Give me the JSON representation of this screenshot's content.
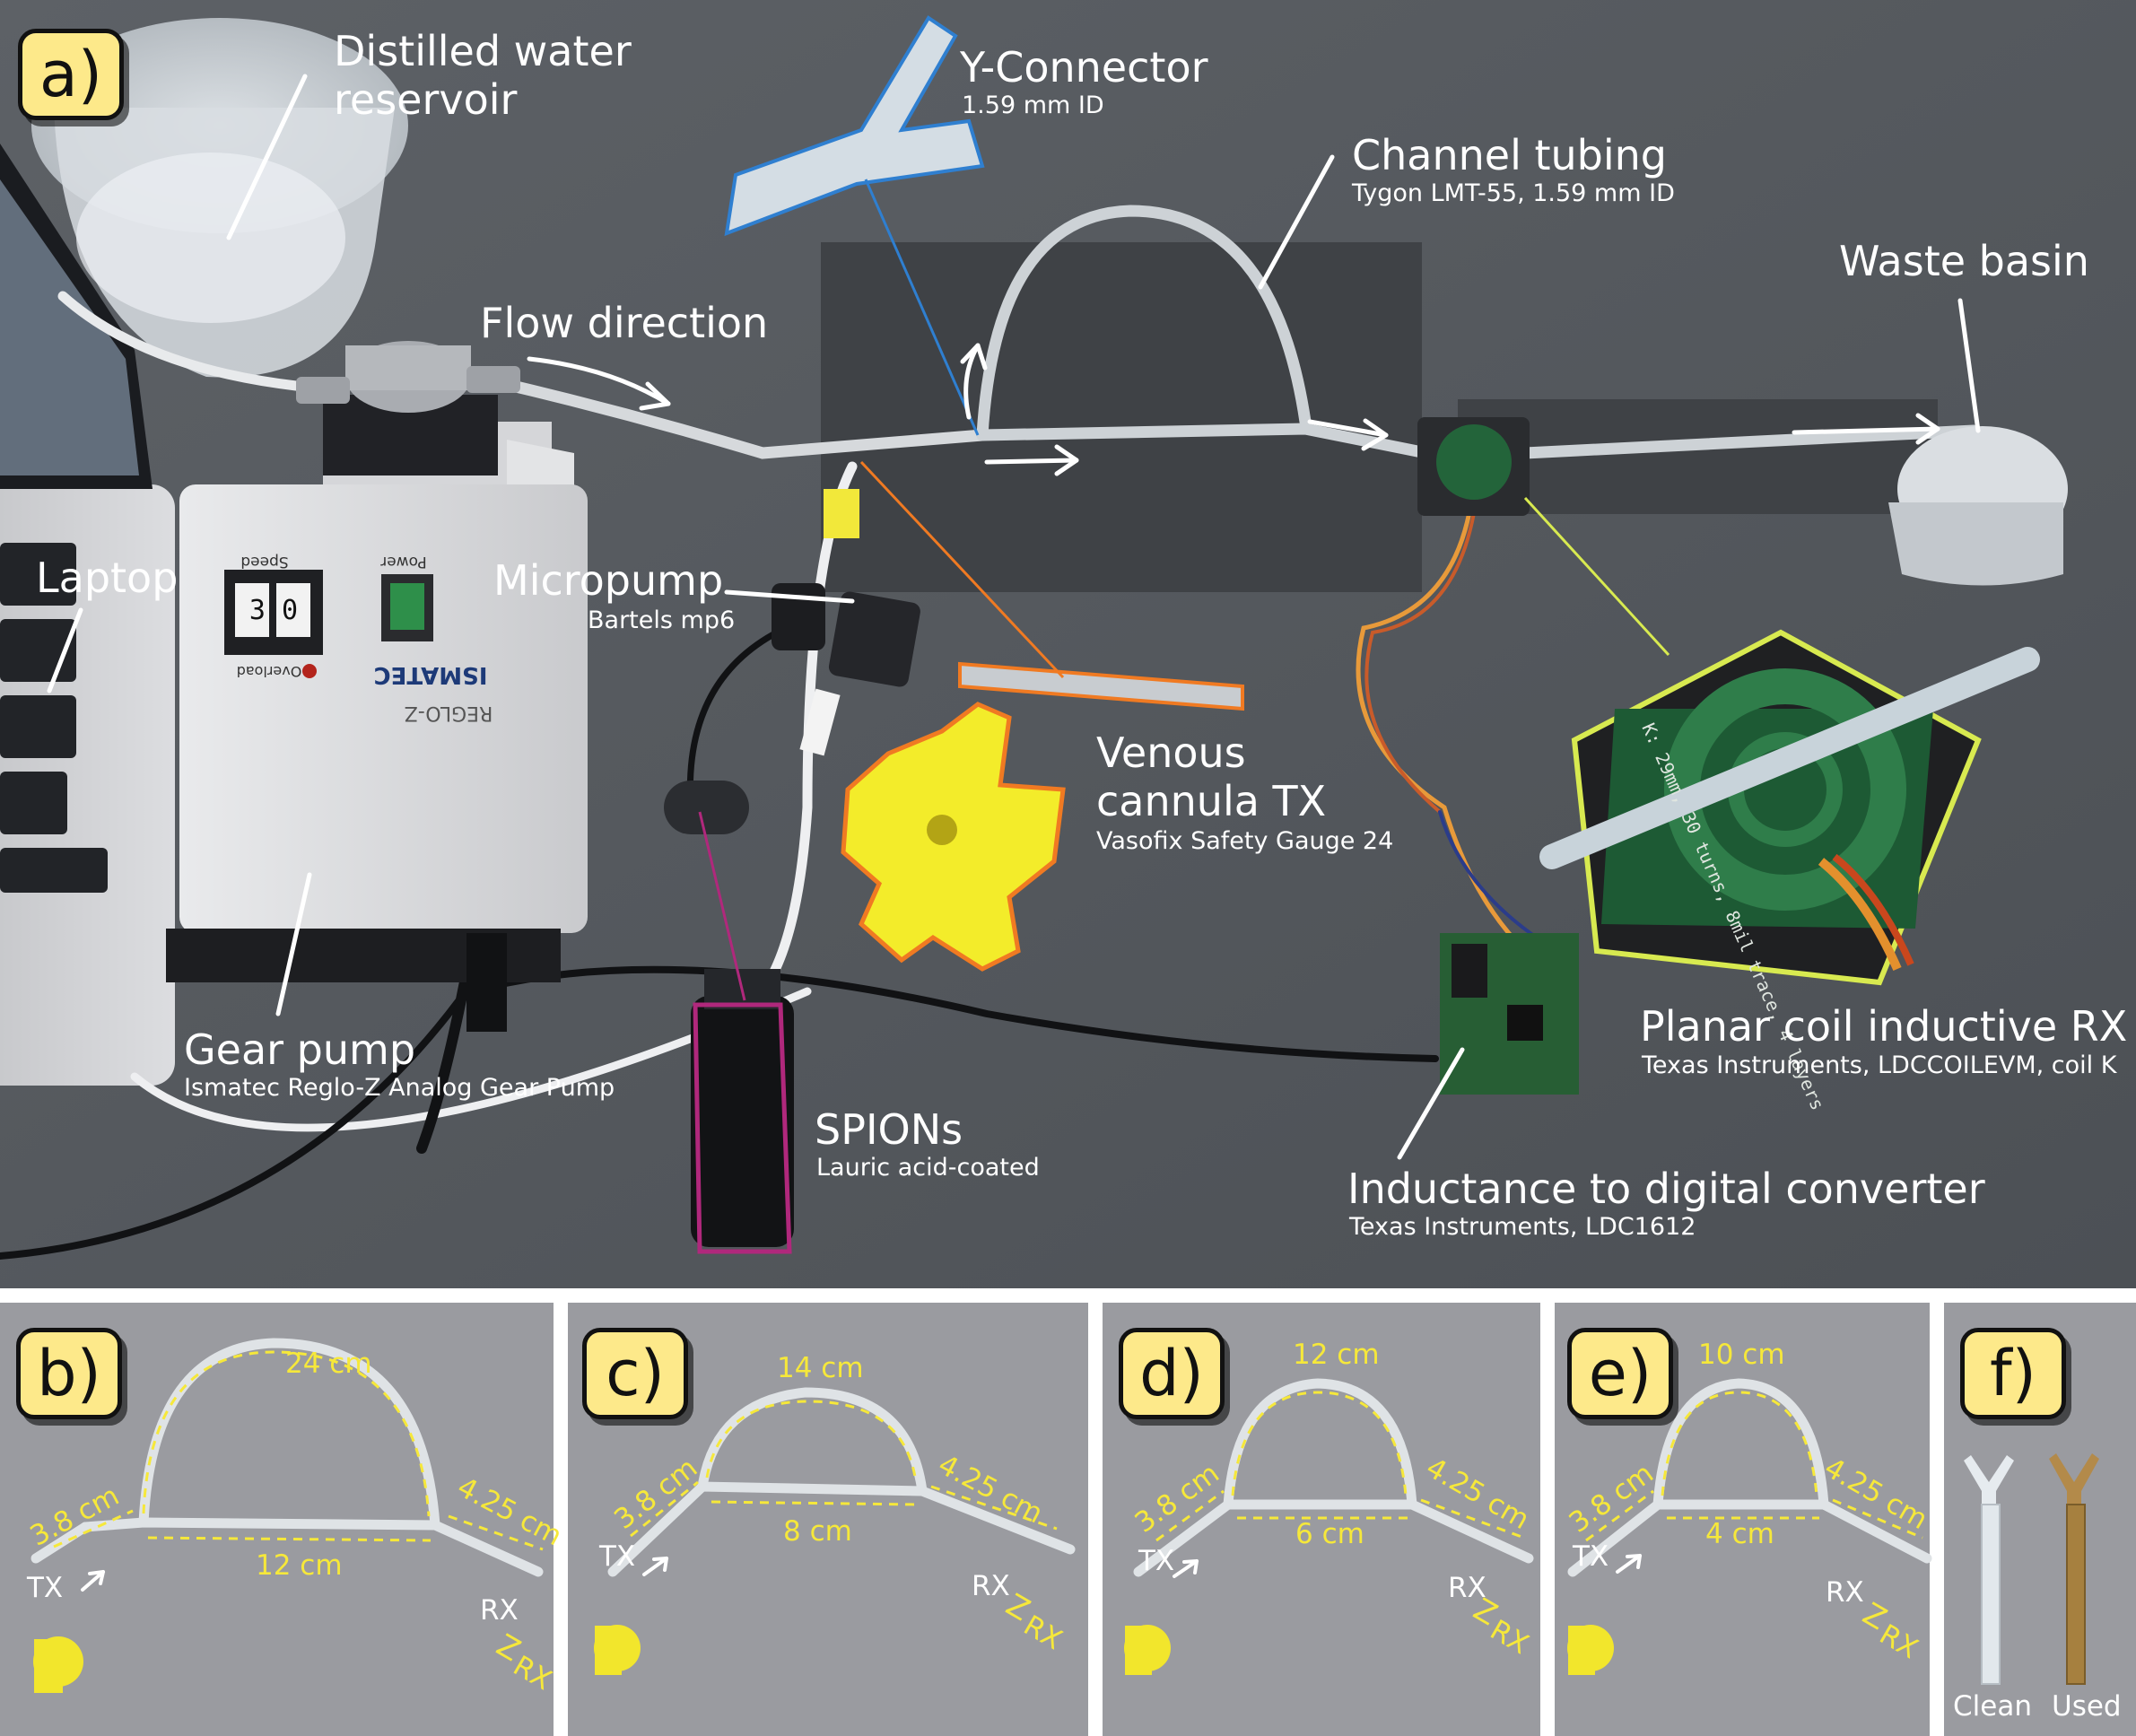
{
  "panel_a": {
    "badge": "a)",
    "labels": {
      "reservoir": "Distilled water\nreservoir",
      "y_connector": "Y-Connector",
      "y_connector_sub": "1.59 mm ID",
      "channel": "Channel tubing",
      "channel_sub": "Tygon LMT-55, 1.59 mm ID",
      "waste": "Waste basin",
      "flow": "Flow direction",
      "laptop": "Laptop",
      "micropump": "Micropump",
      "micropump_sub": "Bartels mp6",
      "cannula": "Venous\ncannula TX",
      "cannula_sub": "Vasofix Safety Gauge 24",
      "gear": "Gear pump",
      "gear_sub": "Ismatec Reglo-Z Analog Gear Pump",
      "spions": "SPIONs",
      "spions_sub": "Lauric acid-coated",
      "coil": "Planar coil inductive RX",
      "coil_sub": "Texas Instruments, LDCCOILEVM, coil K",
      "ldc": "Inductance to digital converter",
      "ldc_sub": "Texas Instruments, LDC1612"
    },
    "device_text": {
      "brand": "ISMATEC",
      "model": "REGLO-Z",
      "power": "Power",
      "speed": "Speed",
      "overload": "Overload",
      "digits": "3 0",
      "coil_marks": "K: 29mm, 30 turns, 8mil trace, 4 layers"
    }
  },
  "panel_b": {
    "badge": "b)",
    "top": "24 cm",
    "left": "3.8 cm",
    "bottom": "12 cm",
    "right": "4.25 cm",
    "tx": "TX",
    "rx": "RX",
    "z": "Z",
    "zsub": "RX"
  },
  "panel_c": {
    "badge": "c)",
    "top": "14 cm",
    "left": "3.8 cm",
    "bottom": "8 cm",
    "right": "4.25 cm",
    "tx": "TX",
    "rx": "RX",
    "z": "Z",
    "zsub": "RX"
  },
  "panel_d": {
    "badge": "d)",
    "top": "12 cm",
    "left": "3.8 cm",
    "bottom": "6 cm",
    "right": "4.25 cm",
    "tx": "TX",
    "rx": "RX",
    "z": "Z",
    "zsub": "RX"
  },
  "panel_e": {
    "badge": "e)",
    "top": "10 cm",
    "left": "3.8 cm",
    "bottom": "4 cm",
    "right": "4.25 cm",
    "tx": "TX",
    "rx": "RX",
    "z": "Z",
    "zsub": "RX"
  },
  "panel_f": {
    "badge": "f)",
    "clean": "Clean",
    "used": "Used"
  },
  "colors": {
    "badge_fill": "#fde98a",
    "measure": "#f6e83a",
    "y_connector_outline": "#2f7fd0",
    "cannula_outline": "#f07a22",
    "spions_outline": "#b0287c",
    "coil_outline": "#d8ea50",
    "table": "#565a5f",
    "mat": "#3f4246",
    "sub_background": "#9a9ba0"
  }
}
